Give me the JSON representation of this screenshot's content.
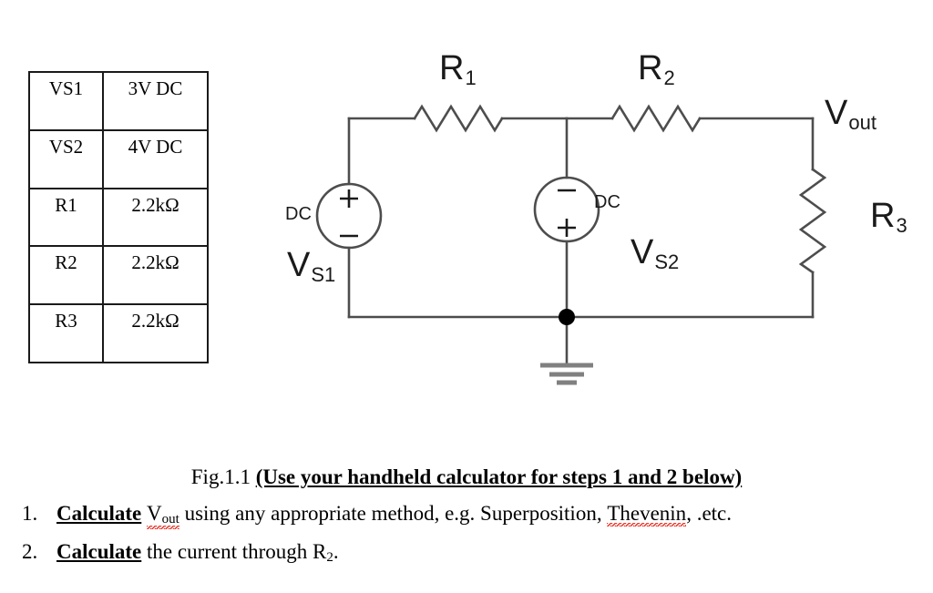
{
  "components_table": {
    "rows": [
      {
        "name": "VS1",
        "value": "3V DC"
      },
      {
        "name": "VS2",
        "value": "4V DC"
      },
      {
        "name": "R1",
        "value": "2.2kΩ"
      },
      {
        "name": "R2",
        "value": "2.2kΩ"
      },
      {
        "name": "R3",
        "value": "2.2kΩ"
      }
    ]
  },
  "schematic": {
    "labels": {
      "r1_main": "R",
      "r1_sub": "1",
      "r2_main": "R",
      "r2_sub": "2",
      "r3_main": "R",
      "r3_sub": "3",
      "vout_main": "V",
      "vout_sub": "out",
      "vs1_main": "V",
      "vs1_sub": "S1",
      "vs2_main": "V",
      "vs2_sub": "S2",
      "dc_left": "DC",
      "dc_right": "DC"
    },
    "source_polarity": {
      "vs1_top": "+",
      "vs1_bottom": "−",
      "vs2_top": "−",
      "vs2_bottom": "+"
    },
    "colors": {
      "wire": "#4d4d4d",
      "node_dot": "#000000",
      "label": "#1a1a1a"
    }
  },
  "caption": {
    "figure_number": "Fig.1.1 ",
    "instruction": "(Use your handheld calculator for steps 1 and 2 below)"
  },
  "tasks": [
    {
      "number": "1.",
      "verb": "Calculate",
      "subject_main": "V",
      "subject_sub": "out",
      "tail_a": " using any appropriate method, e.g. Superposition, ",
      "misspelled": "Thevenin",
      "tail_b": ", .etc."
    },
    {
      "number": "2.",
      "verb": "Calculate",
      "tail": " the current through R",
      "sub": "2",
      "period": "."
    }
  ]
}
